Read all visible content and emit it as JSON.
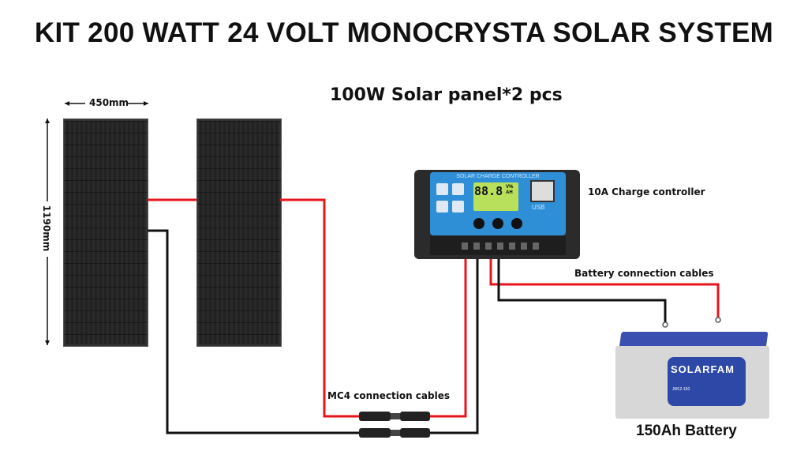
{
  "title": "KIT 200 WATT 24 VOLT MONOCRYSTA SOLAR SYSTEM",
  "panels_label": "100W Solar panel*2 pcs",
  "width_dim": "450mm",
  "height_dim": "1190mm",
  "controller": {
    "label": "10A Charge controller",
    "face_title": "SOLAR CHARGE CONTROLLER",
    "display": "88.8",
    "units": "V% AH",
    "usb": "USB"
  },
  "battery_cables_label": "Battery connection cables",
  "mc4_label": "MC4 connection cables",
  "battery": {
    "label": "150Ah Battery",
    "brand": "SOLARFAM",
    "model": "JM12-150"
  },
  "colors": {
    "red_wire": "#e8141b",
    "black_wire": "#111111",
    "controller_blue": "#2f8fd6",
    "battery_lid": "#3b4fb0"
  }
}
